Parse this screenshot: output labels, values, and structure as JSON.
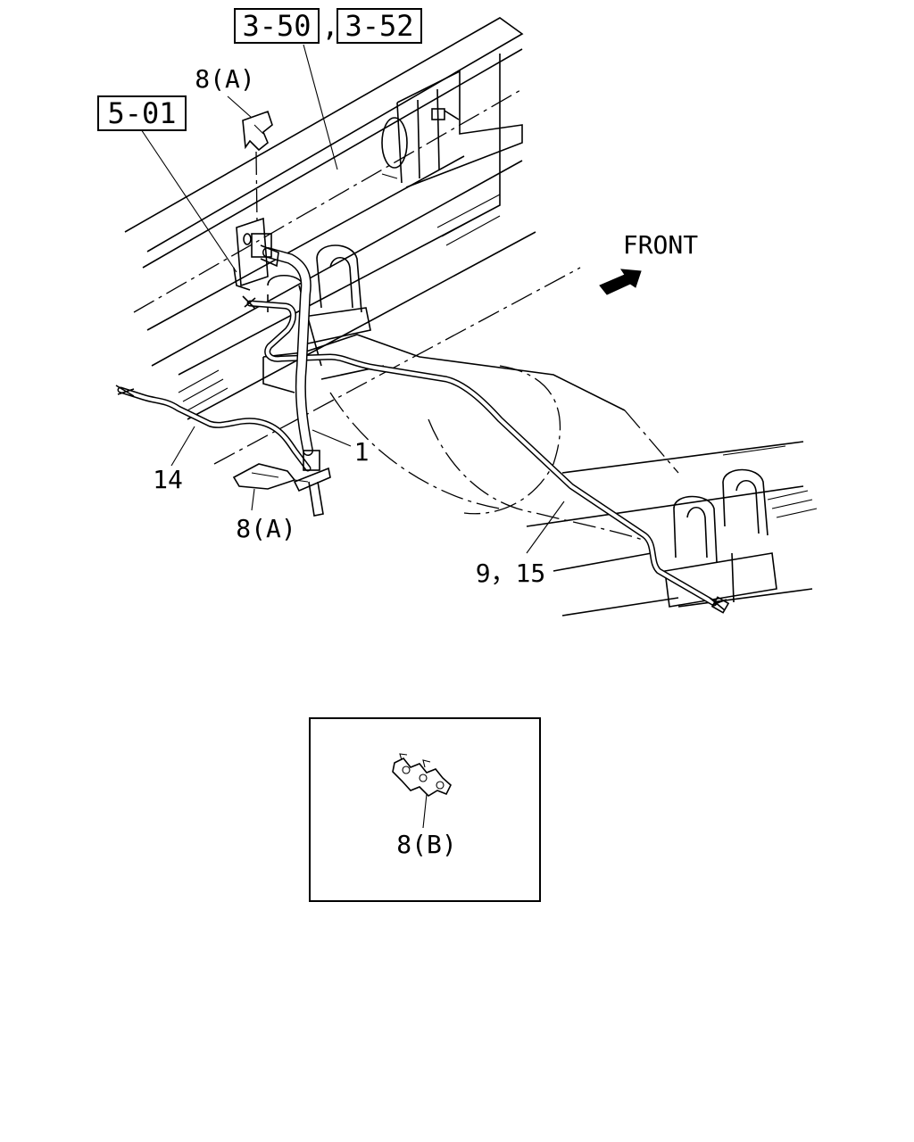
{
  "references": {
    "ref_a": "3-50",
    "separator": ",",
    "ref_b": "3-52",
    "ref_c": "5-01"
  },
  "direction": {
    "label": "FRONT"
  },
  "callouts": {
    "clip_top": "8(A)",
    "clip_bottom": "8(A)",
    "hose": "1",
    "pipe_left": "14",
    "pipe_main": "9，15",
    "clip_inset": "8(B)"
  }
}
